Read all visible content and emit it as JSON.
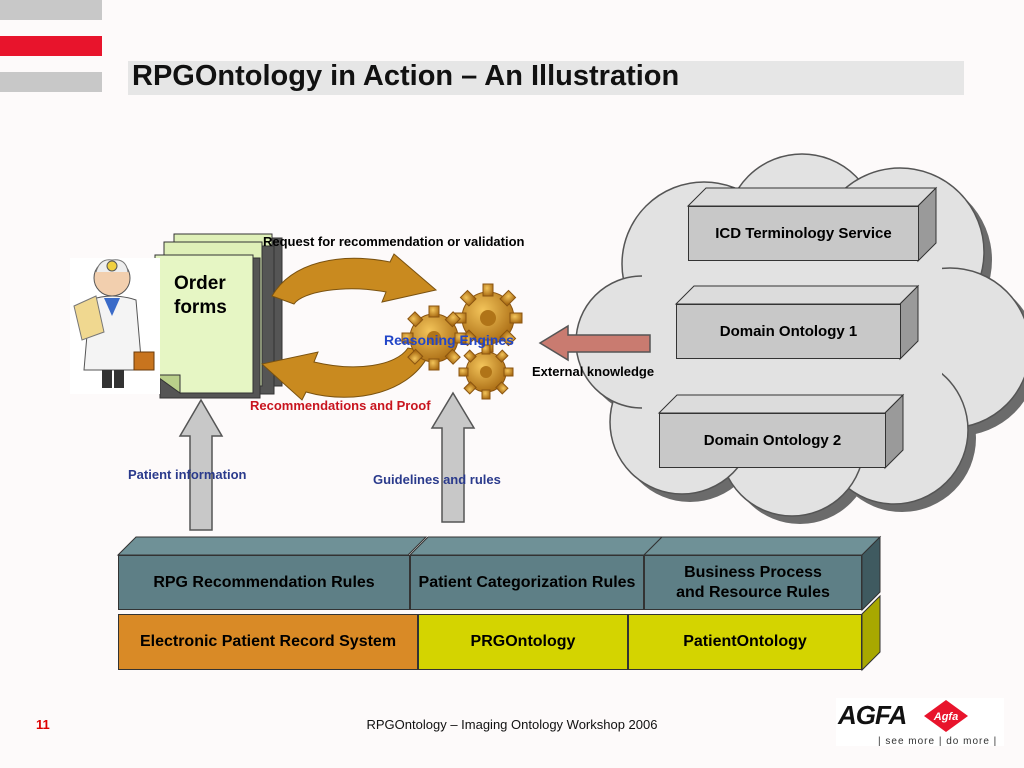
{
  "slide": {
    "title": "RPGOntology in Action – An Illustration",
    "page_number": "11",
    "footer": "RPGOntology – Imaging Ontology Workshop 2006"
  },
  "brand": {
    "logo_text": "AGFA",
    "logo_badge": "Agfa",
    "tagline": "| see more | do more |",
    "accent_color": "#e8142c"
  },
  "diagram": {
    "order_forms": "Order\nforms",
    "request_label": "Request for recommendation or validation",
    "reasoning_engines": "Reasoning Engines",
    "recommendations_label": "Recommendations and Proof",
    "external_knowledge": "External knowledge",
    "patient_information": "Patient information",
    "guidelines_rules": "Guidelines and rules",
    "cloud": {
      "icd": "ICD Terminology Service",
      "domain1": "Domain Ontology 1",
      "domain2": "Domain Ontology 2"
    },
    "rules": {
      "rpg_rules": "RPG Recommendation Rules",
      "patient_cat": "Patient Categorization Rules",
      "business_process": "Business Process\nand Resource Rules"
    },
    "foundation": {
      "epr": "Electronic Patient Record System",
      "prg": "PRGOntology",
      "patient_ontology": "PatientOntology"
    }
  }
}
